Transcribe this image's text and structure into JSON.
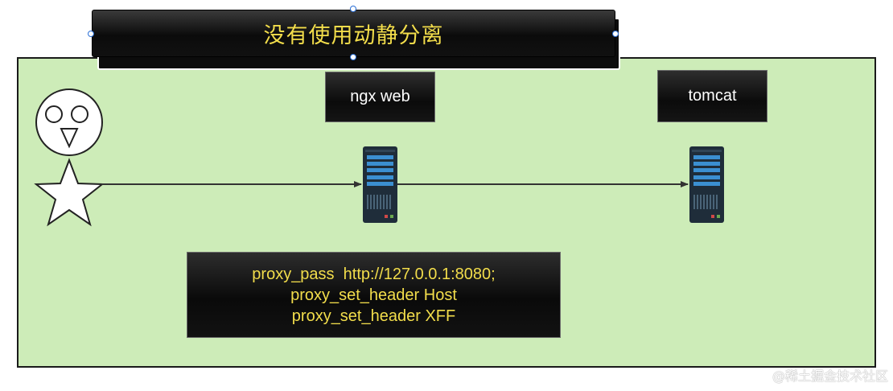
{
  "title": "没有使用动静分离",
  "nodes": {
    "nginx_label": "ngx web",
    "tomcat_label": "tomcat"
  },
  "config": {
    "lines": [
      "proxy_pass  http://127.0.0.1:8080;",
      "proxy_set_header Host",
      "proxy_set_header XFF"
    ]
  },
  "watermark": "@稀土掘金技术社区",
  "colors": {
    "panel_bg": "#cdecb8",
    "title_text": "#f2dd4b",
    "code_text": "#f2dd4b",
    "label_text": "#ffffff",
    "server_body": "#1f2d3a",
    "server_slot": "#3b8fd1",
    "selection_handle": "#2b6fd6"
  },
  "icons": {
    "user": "user-avatar-icon",
    "server": "server-rack-icon"
  }
}
